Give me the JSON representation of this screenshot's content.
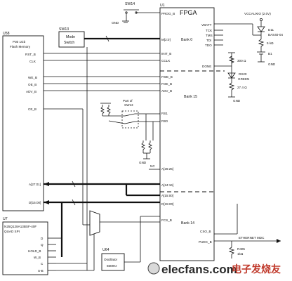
{
  "fpga": {
    "ref": "U1",
    "name": "FPGA",
    "banks": [
      "Bank 0",
      "Bank 15",
      "Bank 14"
    ],
    "pins_left": {
      "prog_b": "PROG_B",
      "m": "M[2:0]",
      "init_b": "INIT_B",
      "cclk": "CCLK",
      "fwe_b": "FWE_B",
      "foe_b": "FOE_B",
      "adv_b": "ADV_B",
      "rs1": "RS1",
      "rs0": "RS0",
      "a2625": "A[26:25]",
      "a2416": "A[24:16]",
      "a1500": "A[15:00]",
      "d1500": "D[15:00]",
      "fcs_b": "FCS_B"
    },
    "pins_right": {
      "vbatt": "VBATT",
      "tck": "TCK",
      "tms": "TMS",
      "tdi": "TDI",
      "tdo": "TDO",
      "done": "DONE",
      "cso_b": "CSO_B",
      "pudc_b": "PUDC_B"
    }
  },
  "flash": {
    "ref": "U58",
    "desc1": "P30 1Gb",
    "desc2": "Flash Memory",
    "pins": {
      "rst_b": "RST_B",
      "clk": "CLK",
      "we_b": "WE_B",
      "oe_b": "OE_B",
      "adv_b": "ADV_B",
      "ce_b": "CE_B",
      "a": "A[27:01]",
      "d": "D[15:00]"
    }
  },
  "spi": {
    "ref": "U7",
    "desc1": "N25Q128A13BSF-40F",
    "desc2": "QUAD SPI",
    "pins": [
      "D",
      "Q",
      "HOLD_B",
      "W_B",
      "C",
      "S-B"
    ]
  },
  "sw13": {
    "ref": "SW13",
    "label1": "Mode",
    "label2": "Switch",
    "part1": "Part of",
    "part2": "SW13"
  },
  "sw14": {
    "ref": "SW14"
  },
  "osc": {
    "ref": "U64",
    "label1": "Oscillator",
    "label2": "66MHz"
  },
  "power": {
    "vccauxio": "VCCAUXIO (2.0V)",
    "d11": "D11",
    "d11_part": "BAS40-04",
    "r_5k": "5 kΩ",
    "b1": "B1",
    "r_300": "300 Ω",
    "ds20": "DS20",
    "ds20_color": "GREEN",
    "r_274": "27.4 Ω",
    "r405": "R405",
    "r405_val": "1kΩ"
  },
  "misc": {
    "gnd": "GND",
    "gnd_b": "GND",
    "nc": "NC",
    "ethernet": "ETHERNET MDC"
  },
  "watermark": {
    "site": "elecfans.com",
    "cn": "电子发烧友"
  }
}
